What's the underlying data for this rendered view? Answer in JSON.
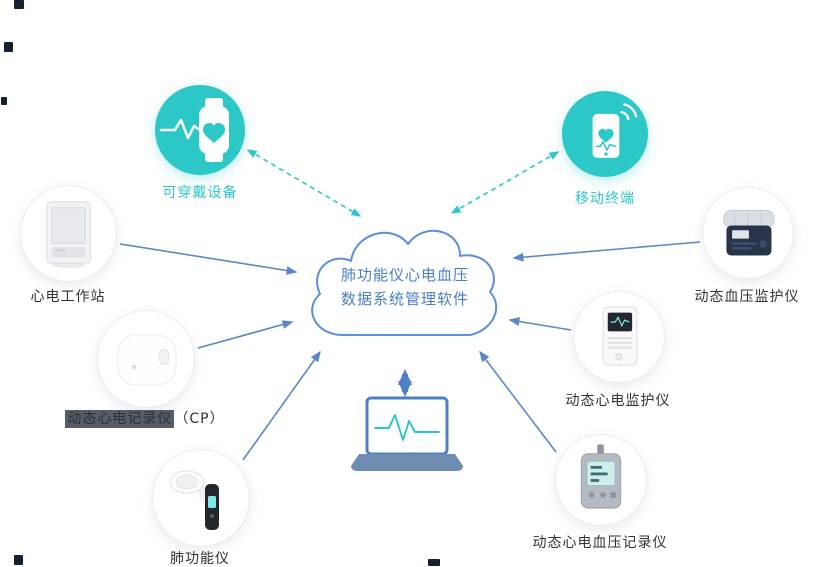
{
  "cloud": {
    "line1": "肺功能仪心电血压",
    "line2": "数据系统管理软件"
  },
  "nodes": {
    "wearable": {
      "label": "可穿戴设备"
    },
    "mobile": {
      "label": "移动终端"
    },
    "ecg_workstation": {
      "label": "心电工作站"
    },
    "ecg_recorder": {
      "label_highlighted": "动态心电记录仪",
      "label_suffix": "（CP）"
    },
    "spirometer": {
      "label": "肺功能仪"
    },
    "bp_monitor": {
      "label": "动态血压监护仪"
    },
    "ecg_monitor": {
      "label": "动态心电监护仪"
    },
    "ecg_bp_recorder": {
      "label": "动态心电血压记录仪"
    }
  },
  "colors": {
    "teal": "#2cc8c8",
    "blue_arrow": "#5b87c8",
    "cloud_border": "#5b8fd6",
    "text_dark": "#333333"
  }
}
